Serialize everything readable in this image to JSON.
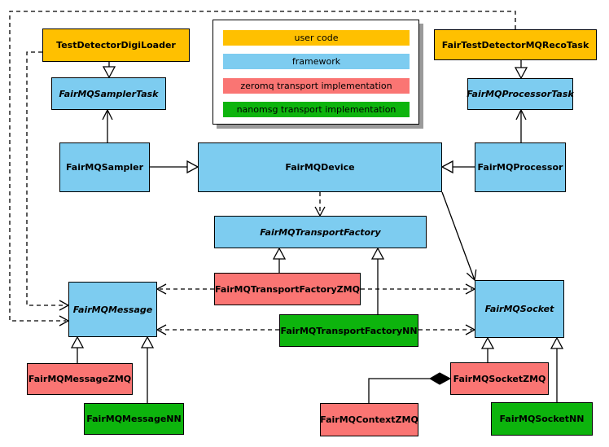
{
  "colors": {
    "user": "#FFC000",
    "framework": "#7DCCF0",
    "zeromq": "#FA7573",
    "nanomsg": "#0DB40D",
    "line": "#000000",
    "legend_shadow": "#9A9A9A"
  },
  "legend": {
    "items": [
      {
        "label": "user code",
        "category": "user"
      },
      {
        "label": "framework",
        "category": "framework"
      },
      {
        "label": "zeromq transport implementation",
        "category": "zeromq"
      },
      {
        "label": "nanomsg transport implementation",
        "category": "nanomsg"
      }
    ]
  },
  "nodes": {
    "digiloader": {
      "label": "TestDetectorDigiLoader",
      "category": "user",
      "abstract": false
    },
    "recotask": {
      "label": "FairTestDetectorMQRecoTask",
      "category": "user",
      "abstract": false
    },
    "samplertask": {
      "label": "FairMQSamplerTask",
      "category": "framework",
      "abstract": true
    },
    "processortask": {
      "label": "FairMQProcessorTask",
      "category": "framework",
      "abstract": true
    },
    "sampler": {
      "label": "FairMQSampler",
      "category": "framework",
      "abstract": false
    },
    "device": {
      "label": "FairMQDevice",
      "category": "framework",
      "abstract": false
    },
    "processor": {
      "label": "FairMQProcessor",
      "category": "framework",
      "abstract": false
    },
    "factory": {
      "label": "FairMQTransportFactory",
      "category": "framework",
      "abstract": true
    },
    "tfzmq": {
      "label": "FairMQTransportFactoryZMQ",
      "category": "zeromq",
      "abstract": false
    },
    "tfnn": {
      "label": "FairMQTransportFactoryNN",
      "category": "nanomsg",
      "abstract": false
    },
    "message": {
      "label": "FairMQMessage",
      "category": "framework",
      "abstract": true
    },
    "socket": {
      "label": "FairMQSocket",
      "category": "framework",
      "abstract": true
    },
    "messagezmq": {
      "label": "FairMQMessageZMQ",
      "category": "zeromq",
      "abstract": false
    },
    "messagenn": {
      "label": "FairMQMessageNN",
      "category": "nanomsg",
      "abstract": false
    },
    "contextzmq": {
      "label": "FairMQContextZMQ",
      "category": "zeromq",
      "abstract": false
    },
    "socketzmq": {
      "label": "FairMQSocketZMQ",
      "category": "zeromq",
      "abstract": false
    },
    "socketnn": {
      "label": "FairMQSocketNN",
      "category": "nanomsg",
      "abstract": false
    }
  },
  "edges": [
    {
      "from": "digiloader",
      "to": "samplertask",
      "kind": "inheritance"
    },
    {
      "from": "recotask",
      "to": "processortask",
      "kind": "inheritance"
    },
    {
      "from": "sampler",
      "to": "device",
      "kind": "inheritance"
    },
    {
      "from": "processor",
      "to": "device",
      "kind": "inheritance"
    },
    {
      "from": "tfzmq",
      "to": "factory",
      "kind": "inheritance"
    },
    {
      "from": "tfnn",
      "to": "factory",
      "kind": "inheritance"
    },
    {
      "from": "messagezmq",
      "to": "message",
      "kind": "inheritance"
    },
    {
      "from": "messagenn",
      "to": "message",
      "kind": "inheritance"
    },
    {
      "from": "socketzmq",
      "to": "socket",
      "kind": "inheritance"
    },
    {
      "from": "socketnn",
      "to": "socket",
      "kind": "inheritance"
    },
    {
      "from": "sampler",
      "to": "samplertask",
      "kind": "association-arrow"
    },
    {
      "from": "processor",
      "to": "processortask",
      "kind": "association-arrow"
    },
    {
      "from": "device",
      "to": "socket",
      "kind": "association-arrow"
    },
    {
      "from": "device",
      "to": "factory",
      "kind": "dependency-dashed"
    },
    {
      "from": "tfzmq",
      "to": "message",
      "kind": "dependency-dashed"
    },
    {
      "from": "tfzmq",
      "to": "socket",
      "kind": "dependency-dashed"
    },
    {
      "from": "tfnn",
      "to": "message",
      "kind": "dependency-dashed"
    },
    {
      "from": "tfnn",
      "to": "socket",
      "kind": "dependency-dashed"
    },
    {
      "from": "digiloader",
      "to": "message",
      "kind": "dependency-dashed"
    },
    {
      "from": "recotask",
      "to": "message",
      "kind": "dependency-dashed"
    },
    {
      "from": "contextzmq",
      "to": "socketzmq",
      "kind": "composition-diamond"
    }
  ]
}
